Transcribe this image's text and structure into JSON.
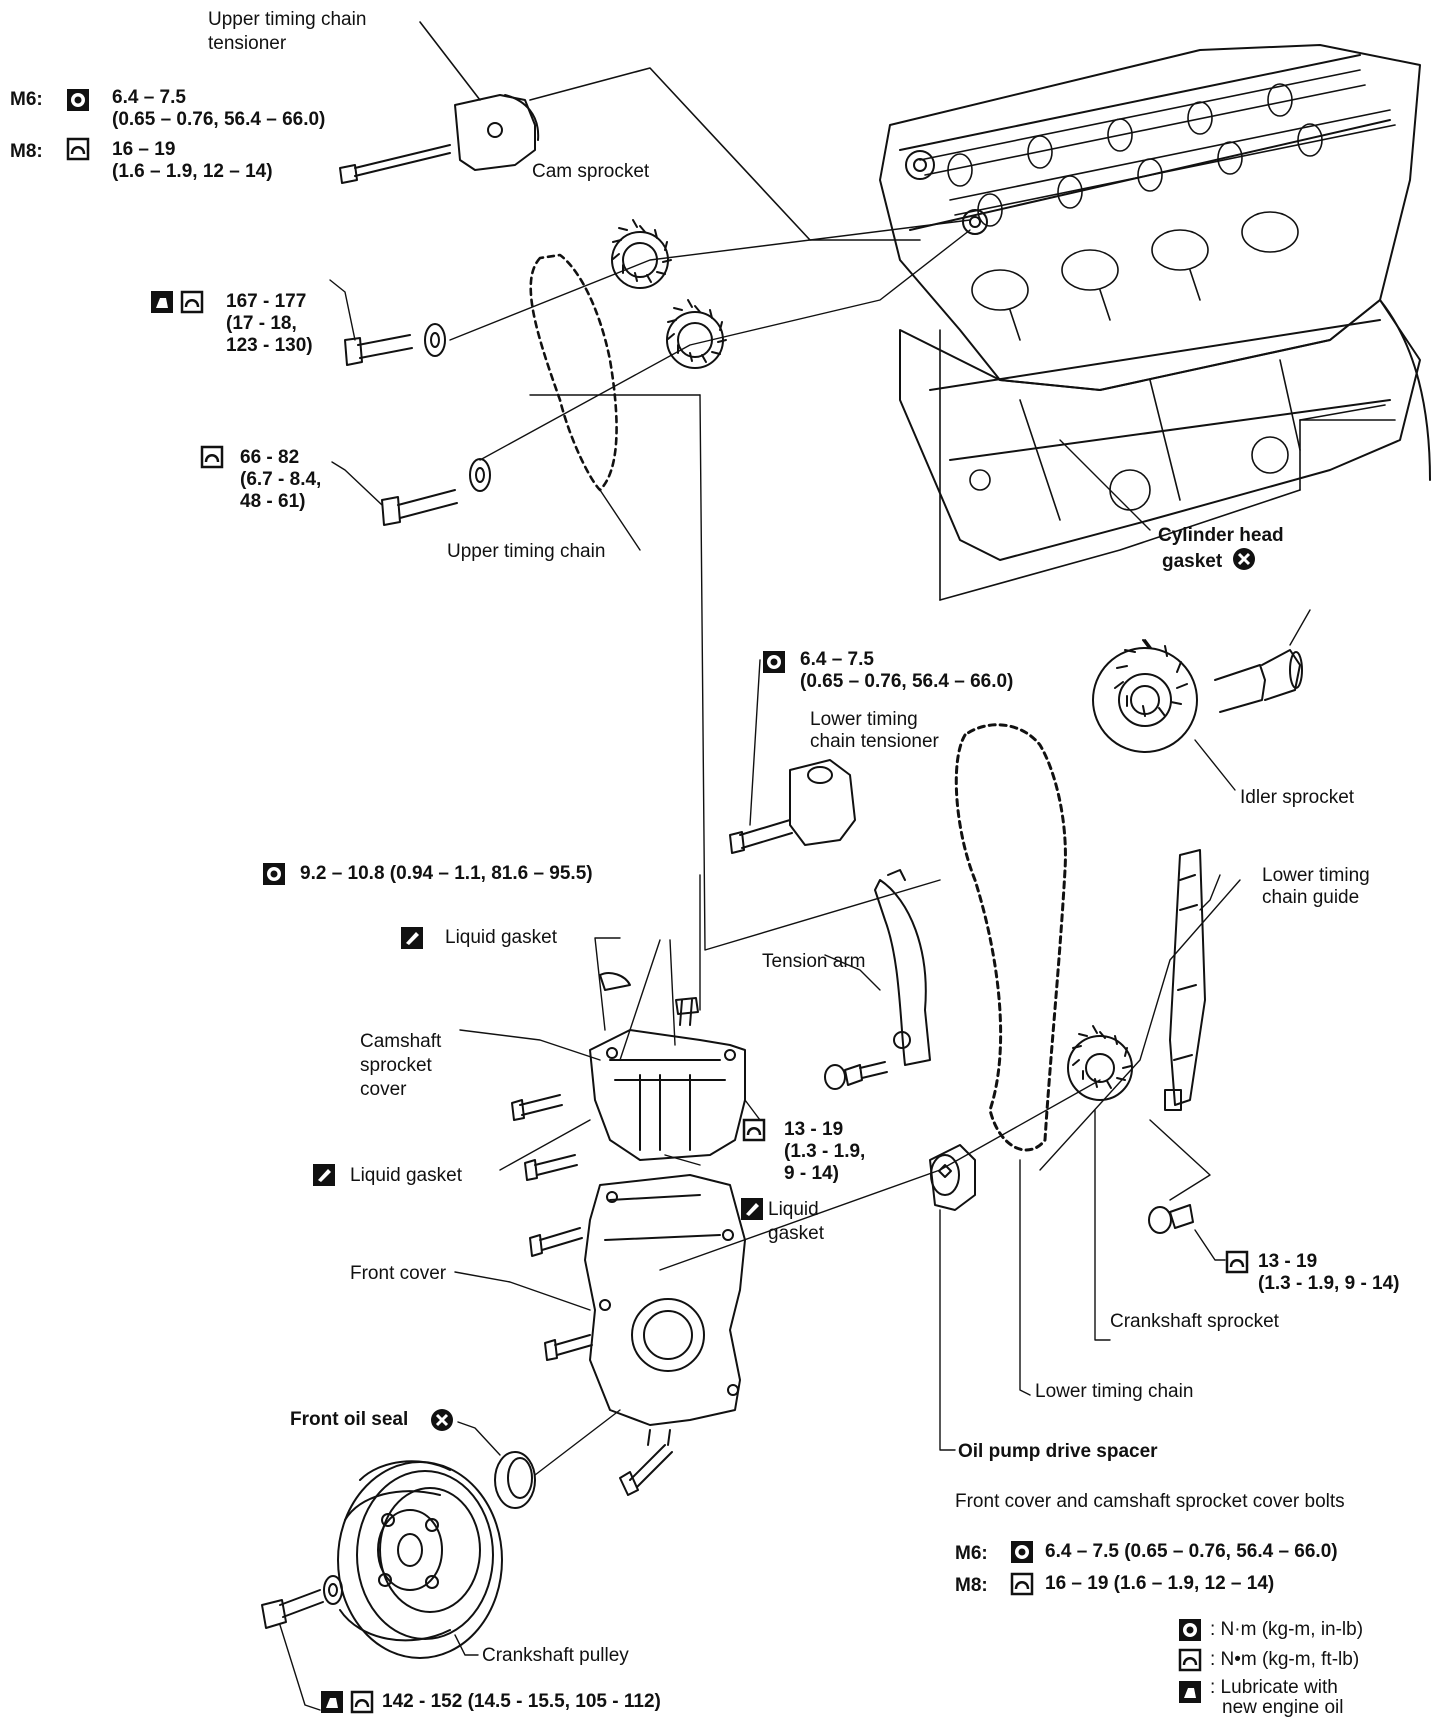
{
  "labels": {
    "upper_timing_chain_tensioner_1": "Upper timing chain",
    "upper_timing_chain_tensioner_2": "tensioner",
    "cam_sprocket": "Cam sprocket",
    "upper_timing_chain": "Upper timing chain",
    "cylinder_head_gasket_1": "Cylinder head",
    "cylinder_head_gasket_2": "gasket",
    "lower_timing_chain_tensioner_1": "Lower timing",
    "lower_timing_chain_tensioner_2": "chain tensioner",
    "idler_sprocket": "Idler sprocket",
    "lower_timing_chain_guide_1": "Lower timing",
    "lower_timing_chain_guide_2": "chain guide",
    "liquid_gasket_top": "Liquid gasket",
    "tension_arm": "Tension arm",
    "camshaft_sprocket_cover_1": "Camshaft",
    "camshaft_sprocket_cover_2": "sprocket",
    "camshaft_sprocket_cover_3": "cover",
    "liquid_gasket_left": "Liquid gasket",
    "liquid_gasket_right_1": "Liquid",
    "liquid_gasket_right_2": "gasket",
    "front_cover": "Front cover",
    "crankshaft_sprocket": "Crankshaft sprocket",
    "lower_timing_chain": "Lower timing chain",
    "front_oil_seal": "Front oil seal",
    "oil_pump_drive_spacer": "Oil pump drive spacer",
    "crankshaft_pulley": "Crankshaft pulley"
  },
  "torques": {
    "tensioner_m6_prefix": "M6:",
    "tensioner_m6_1": "6.4 – 7.5",
    "tensioner_m6_2": "(0.65 – 0.76, 56.4 – 66.0)",
    "tensioner_m8_prefix": "M8:",
    "tensioner_m8_1": "16 – 19",
    "tensioner_m8_2": "(1.6 – 1.9, 12 – 14)",
    "cam_bolt_1": "167 - 177",
    "cam_bolt_2": "(17 - 18,",
    "cam_bolt_3": "123 - 130)",
    "cam_bolt2_1": "66 - 82",
    "cam_bolt2_2": "(6.7 - 8.4,",
    "cam_bolt2_3": "48 - 61)",
    "lower_tensioner_1": "6.4 – 7.5",
    "lower_tensioner_2": "(0.65 – 0.76, 56.4 – 66.0)",
    "cover_bolt": "9.2 – 10.8 (0.94 – 1.1, 81.6 – 95.5)",
    "tension_arm_bolt_1": "13 - 19",
    "tension_arm_bolt_2": "(1.3 - 1.9,",
    "tension_arm_bolt_3": "9 - 14)",
    "guide_bolt_1": "13 - 19",
    "guide_bolt_2": "(1.3 - 1.9, 9 - 14)",
    "pulley_bolt": "142 - 152 (14.5 - 15.5, 105 - 112)"
  },
  "notes": {
    "front_cover_bolts_title": "Front cover and camshaft sprocket cover bolts",
    "m6_prefix": "M6:",
    "m6_value": "6.4 – 7.5 (0.65 – 0.76, 56.4 – 66.0)",
    "m8_prefix": "M8:",
    "m8_value": "16 – 19 (1.6 – 1.9, 12 – 14)"
  },
  "legend": {
    "nm_kgm_inlb": ": N·m (kg-m, in-lb)",
    "nm_kgm_ftlb": ": N•m (kg-m, ft-lb)",
    "lubricate_1": ": Lubricate with",
    "lubricate_2": "new engine oil"
  },
  "icons": [
    "torque-in-lb-icon",
    "torque-ft-lb-icon",
    "oil-can-icon",
    "liquid-gasket-icon",
    "do-not-reuse-icon"
  ]
}
